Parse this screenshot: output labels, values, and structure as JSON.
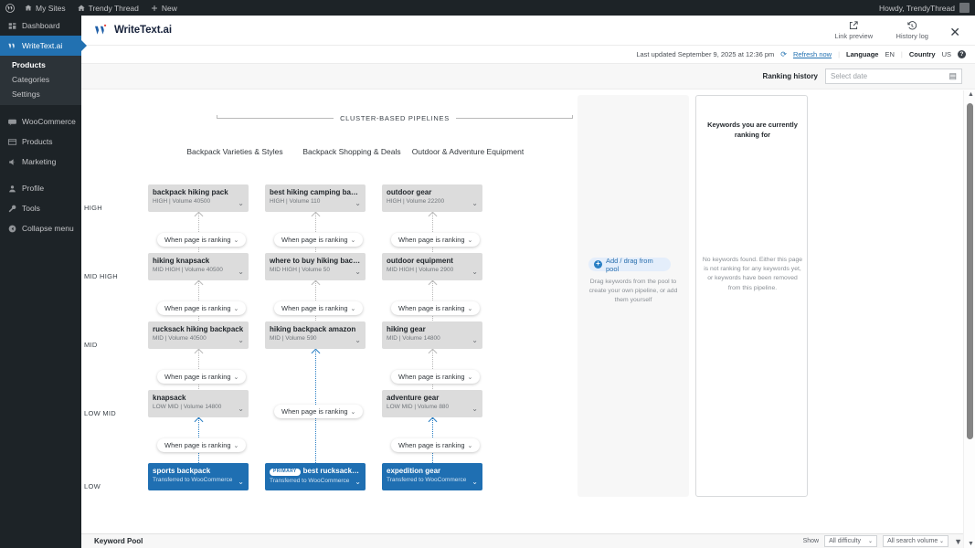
{
  "adminbar": {
    "logo_icon": "wordpress-icon",
    "items": [
      {
        "label": "My Sites",
        "icon": "sites-icon"
      },
      {
        "label": "Trendy Thread",
        "icon": "home-icon"
      },
      {
        "label": "New",
        "icon": "plus-icon"
      }
    ],
    "howdy": "Howdy, TrendyThread"
  },
  "sidebar": {
    "items": [
      {
        "label": "Dashboard",
        "icon": "dashboard-icon",
        "current": false
      },
      {
        "label": "WriteText.ai",
        "icon": "writetext-icon",
        "current": true
      },
      {
        "label": "WooCommerce",
        "icon": "woocommerce-icon",
        "current": false
      },
      {
        "label": "Products",
        "icon": "products-icon",
        "current": false
      },
      {
        "label": "Marketing",
        "icon": "marketing-icon",
        "current": false
      },
      {
        "label": "Profile",
        "icon": "profile-icon",
        "current": false
      },
      {
        "label": "Tools",
        "icon": "tools-icon",
        "current": false
      },
      {
        "label": "Collapse menu",
        "icon": "collapse-icon",
        "current": false
      }
    ],
    "submenu": [
      {
        "label": "Products",
        "current": true
      },
      {
        "label": "Categories",
        "current": false
      },
      {
        "label": "Settings",
        "current": false
      }
    ]
  },
  "header": {
    "brand": "WriteText.ai",
    "actions": [
      {
        "label": "Link preview",
        "icon": "external-link-icon"
      },
      {
        "label": "History log",
        "icon": "history-clock-icon"
      }
    ],
    "close_icon": "close-icon"
  },
  "subbar": {
    "last_updated": "Last updated September 9, 2025 at 12:36 pm",
    "refresh_label": "Refresh now",
    "refresh_icon": "refresh-icon",
    "language_label": "Language",
    "language_value": "EN",
    "country_label": "Country",
    "country_value": "US",
    "help_icon": "help-icon"
  },
  "rankbar": {
    "label": "Ranking history",
    "date_placeholder": "Select date",
    "calendar_icon": "calendar-icon"
  },
  "canvas": {
    "cluster_title": "CLUSTER-BASED PIPELINES",
    "row_labels": [
      "HIGH",
      "MID HIGH",
      "MID",
      "LOW MID",
      "LOW"
    ],
    "columns": [
      {
        "heading": "Backpack Varieties & Styles",
        "nodes": [
          {
            "row": "HIGH",
            "title": "backpack hiking pack",
            "sub": "HIGH | Volume 40500",
            "style": "grey"
          },
          {
            "row": "MID HIGH",
            "title": "hiking knapsack",
            "sub": "MID HIGH | Volume 40500",
            "style": "grey"
          },
          {
            "row": "MID",
            "title": "rucksack hiking backpack",
            "sub": "MID | Volume 40500",
            "style": "grey"
          },
          {
            "row": "LOW MID",
            "title": "knapsack",
            "sub": "LOW MID | Volume 14800",
            "style": "grey"
          },
          {
            "row": "LOW",
            "title": "sports backpack",
            "sub": "Transferred to WooCommerce",
            "style": "blue",
            "badge": ""
          }
        ],
        "pills": [
          "When page is ranking",
          "When page is ranking",
          "When page is ranking",
          "When page is ranking"
        ]
      },
      {
        "heading": "Backpack Shopping & Deals",
        "nodes": [
          {
            "row": "HIGH",
            "title": "best hiking camping back...",
            "sub": "HIGH | Volume 110",
            "style": "grey"
          },
          {
            "row": "MID HIGH",
            "title": "where to buy hiking backp...",
            "sub": "MID HIGH | Volume 50",
            "style": "grey"
          },
          {
            "row": "MID",
            "title": "hiking backpack amazon",
            "sub": "MID | Volume 590",
            "style": "grey"
          },
          {
            "row": "LOW",
            "title": "best rucksack for ...",
            "sub": "Transferred to WooCommerce",
            "style": "blue",
            "badge": "PRIMARY"
          }
        ],
        "pills": [
          "When page is ranking",
          "When page is ranking",
          "When page is ranking"
        ]
      },
      {
        "heading": "Outdoor & Adventure Equipment",
        "nodes": [
          {
            "row": "HIGH",
            "title": "outdoor gear",
            "sub": "HIGH | Volume 22200",
            "style": "grey"
          },
          {
            "row": "MID HIGH",
            "title": "outdoor equipment",
            "sub": "MID HIGH | Volume 2900",
            "style": "grey"
          },
          {
            "row": "MID",
            "title": "hiking gear",
            "sub": "MID | Volume 14800",
            "style": "grey"
          },
          {
            "row": "LOW MID",
            "title": "adventure gear",
            "sub": "LOW MID | Volume 880",
            "style": "grey"
          },
          {
            "row": "LOW",
            "title": "expedition gear",
            "sub": "Transferred to WooCommerce",
            "style": "blue",
            "badge": ""
          }
        ],
        "pills": [
          "When page is ranking",
          "When page is ranking",
          "When page is ranking",
          "When page is ranking"
        ]
      }
    ],
    "pill_chevron": "chevron-down-icon",
    "node_chevron": "chevron-down-icon"
  },
  "pool": {
    "add_label": "Add / drag from pool",
    "add_icon": "plus-circle-icon",
    "hint": "Drag keywords from the pool to create your own pipeline, or add them yourself"
  },
  "keywords_panel": {
    "title": "Keywords you are currently ranking for",
    "empty_text": "No keywords found. Either this page is not ranking for any keywords yet, or keywords have been removed from this pipeline."
  },
  "keyword_pool_strip": {
    "title": "Keyword Pool",
    "show_label": "Show",
    "select_1": "All difficulty",
    "select_2": "All search volume",
    "filter_icon": "filter-icon",
    "chevron_icon": "chevron-down-icon"
  },
  "scrollbar": {
    "up_icon": "caret-up-icon",
    "down_icon": "caret-down-icon"
  },
  "colors": {
    "wp_dark": "#1d2327",
    "wp_blue": "#2271b1",
    "node_grey": "#dcdcdc",
    "node_blue": "#1f6fb2",
    "connector_blue": "#2a7fc4"
  }
}
